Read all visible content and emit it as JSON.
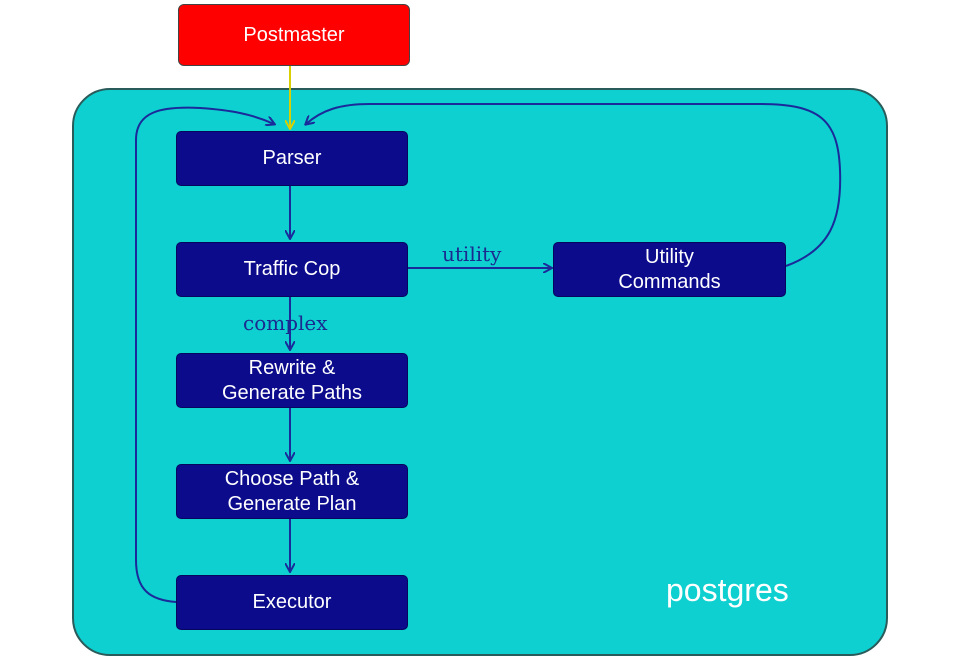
{
  "postmaster": {
    "label": "Postmaster"
  },
  "container": {
    "label": "postgres"
  },
  "nodes": {
    "parser": {
      "lines": [
        "Parser"
      ]
    },
    "traffic_cop": {
      "lines": [
        "Traffic Cop"
      ]
    },
    "utility_commands": {
      "lines": [
        "Utility",
        "Commands"
      ]
    },
    "rewrite": {
      "lines": [
        "Rewrite &",
        "Generate Paths"
      ]
    },
    "choose_path": {
      "lines": [
        "Choose Path &",
        "Generate Plan"
      ]
    },
    "executor": {
      "lines": [
        "Executor"
      ]
    }
  },
  "edge_labels": {
    "utility": "utility",
    "complex": "complex"
  },
  "colors": {
    "container_fill": "#0fd0d0",
    "node_fill": "#0b0b8c",
    "postmaster_fill": "#ff0000",
    "arrow": "#1a2a9a",
    "postmaster_arrow": "#e8e000"
  }
}
